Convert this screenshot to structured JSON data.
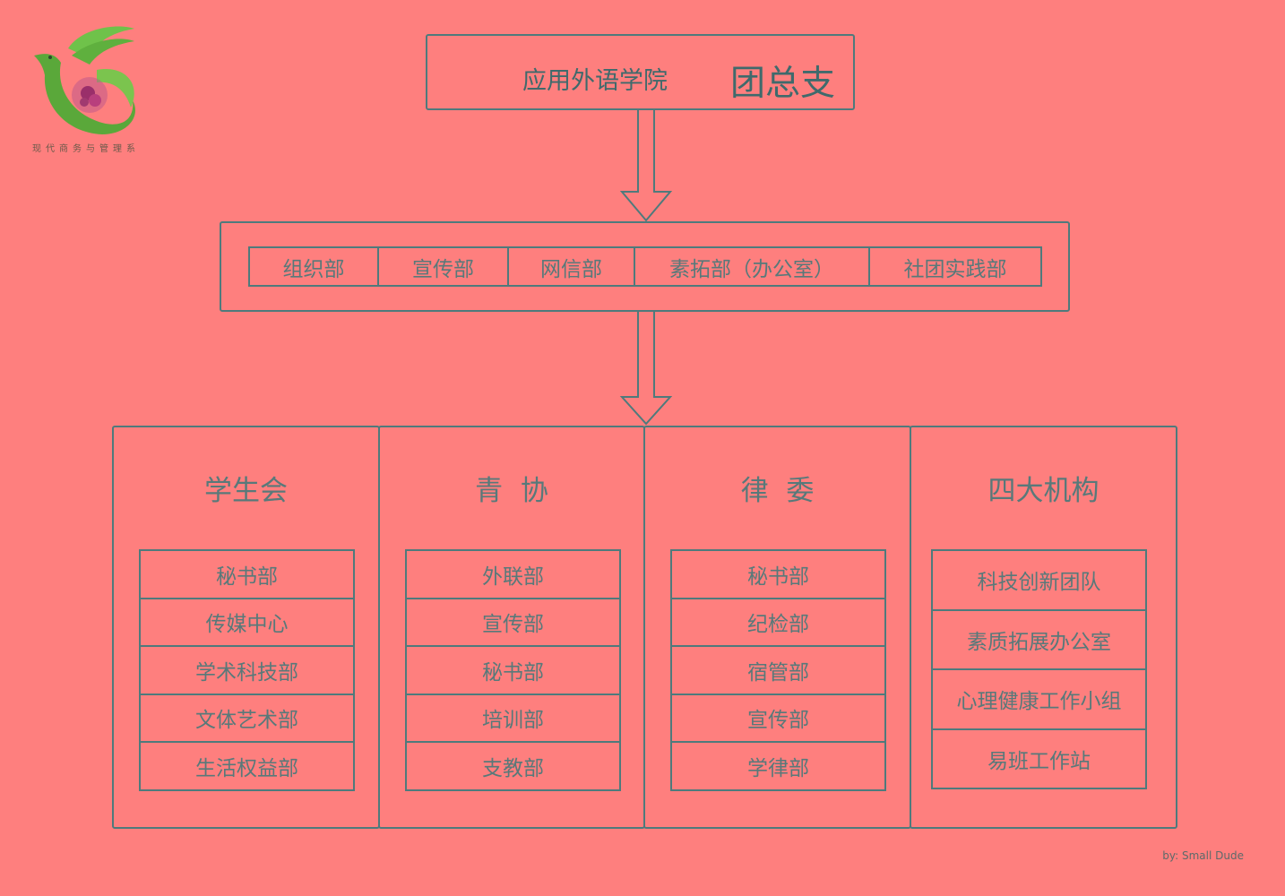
{
  "logo": {
    "caption": "现代商务与管理系"
  },
  "top": {
    "college": "应用外语学院",
    "league": "团总支"
  },
  "departments": [
    "组织部",
    "宣传部",
    "网信部",
    "素拓部（办公室）",
    "社团实践部"
  ],
  "columns": [
    {
      "title": "学生会",
      "items": [
        "秘书部",
        "传媒中心",
        "学术科技部",
        "文体艺术部",
        "生活权益部"
      ]
    },
    {
      "title": "青  协",
      "items": [
        "外联部",
        "宣传部",
        "秘书部",
        "培训部",
        "支教部"
      ]
    },
    {
      "title": "律  委",
      "items": [
        "秘书部",
        "纪检部",
        "宿管部",
        "宣传部",
        "学律部"
      ]
    },
    {
      "title": "四大机构",
      "items": [
        "科技创新团队",
        "素质拓展办公室",
        "心理健康工作小组",
        "易班工作站"
      ]
    }
  ],
  "credit": "by: Small Dude",
  "colors": {
    "background": "#fe7f7e",
    "line": "#4e7a7c",
    "text": "#58797a"
  }
}
